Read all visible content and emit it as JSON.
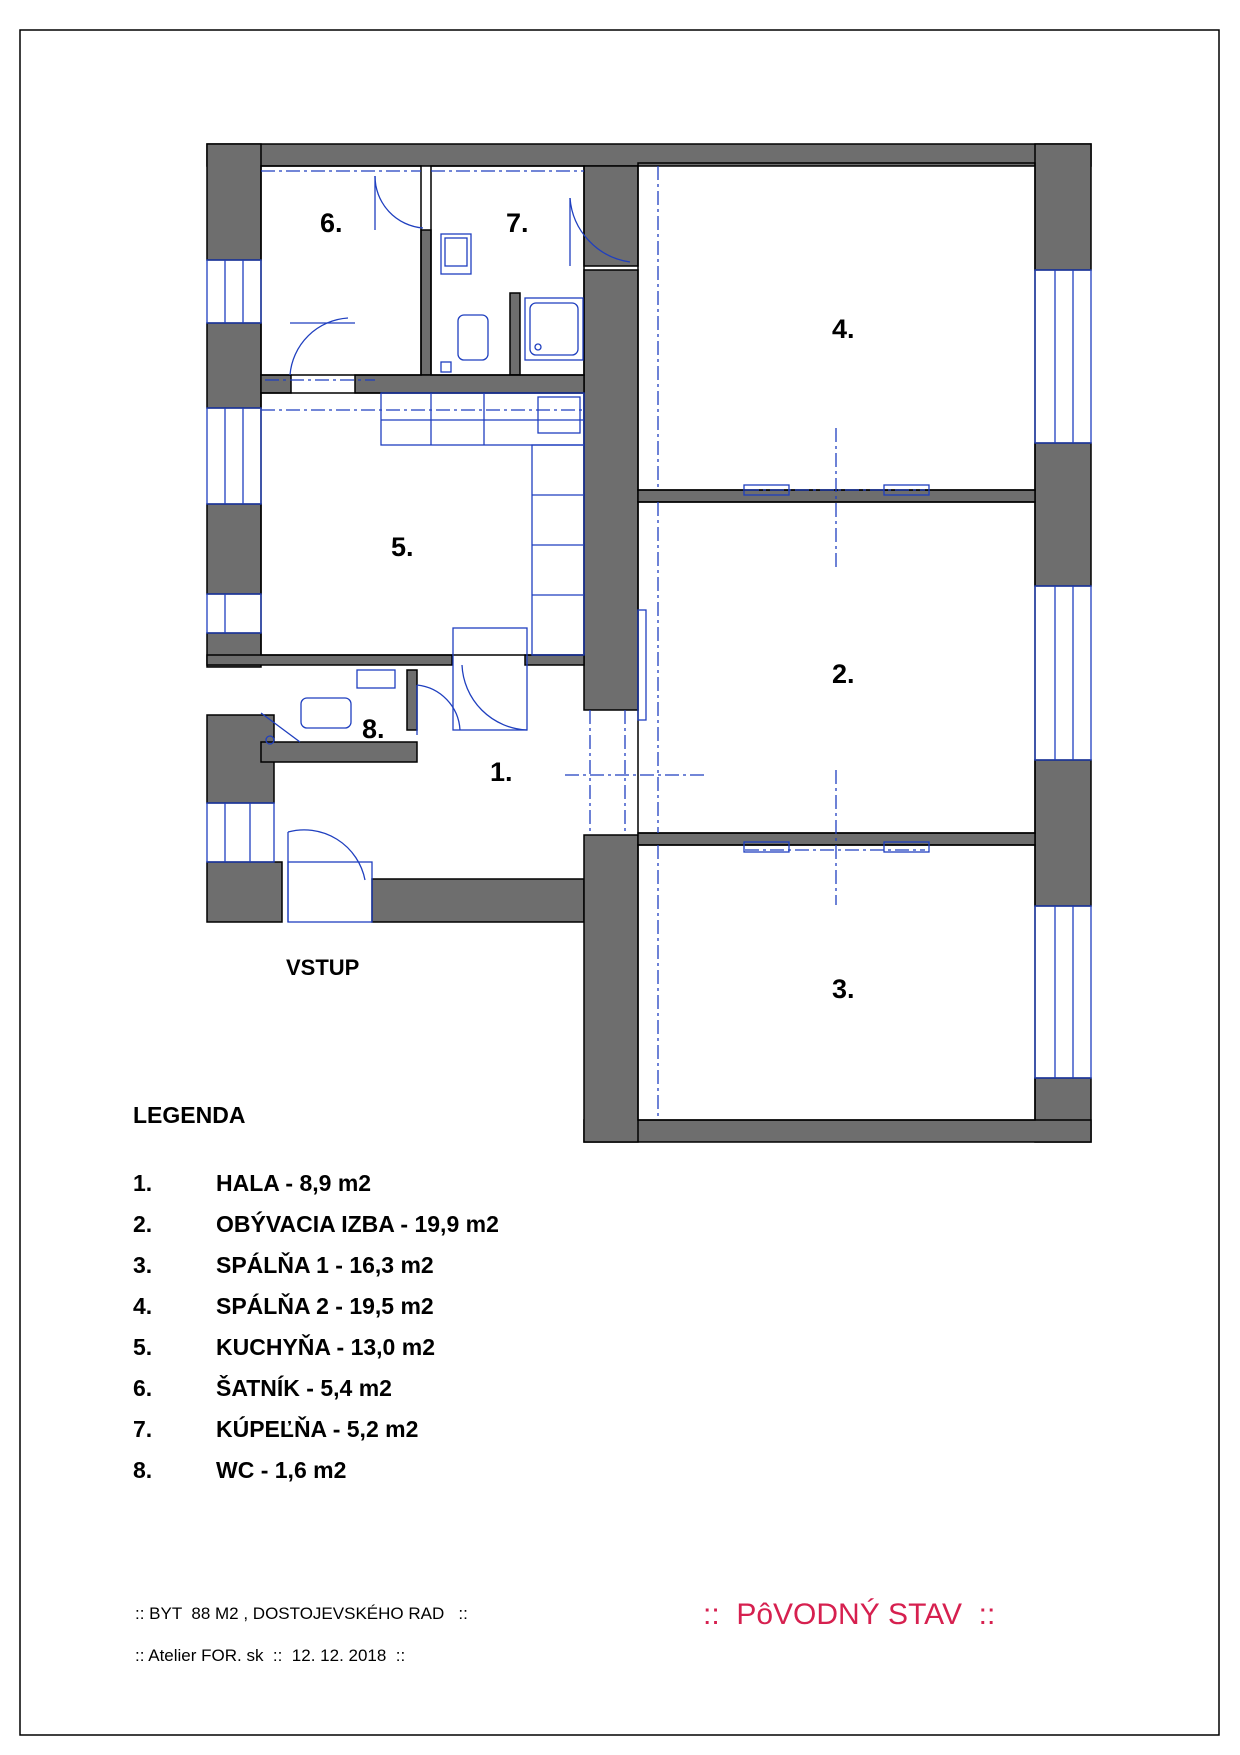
{
  "plan": {
    "room_labels": {
      "r1": "1.",
      "r2": "2.",
      "r3": "3.",
      "r4": "4.",
      "r5": "5.",
      "r6": "6.",
      "r7": "7.",
      "r8": "8."
    },
    "entrance_label": "VSTUP",
    "colors": {
      "wall": "#6e6e6e",
      "wall_outline": "#000000",
      "fixtures": "#1f3fbf",
      "background": "#ffffff"
    }
  },
  "legend": {
    "title": "LEGENDA",
    "items": [
      {
        "num": "1.",
        "text": "HALA  - 8,9 m2"
      },
      {
        "num": "2.",
        "text": "OBÝVACIA IZBA  - 19,9 m2"
      },
      {
        "num": "3.",
        "text": "SPÁLŇA  1 - 16,3 m2"
      },
      {
        "num": "4.",
        "text": "SPÁLŇA  2 - 19,5 m2"
      },
      {
        "num": "5.",
        "text": "KUCHYŇA - 13,0 m2"
      },
      {
        "num": "6.",
        "text": "ŠATNÍK  - 5,4 m2"
      },
      {
        "num": "7.",
        "text": "KÚPEĽŇA  - 5,2 m2"
      },
      {
        "num": "8.",
        "text": "WC - 1,6 m2"
      }
    ]
  },
  "footer": {
    "line1": ":: BYT  88 M2 , DOSTOJEVSKÉHO RAD   ::",
    "line2": ":: Atelier FOR. sk  ::  12. 12. 2018  ::",
    "status": "::  PôVODNÝ STAV  ::",
    "status_color": "#d6204f"
  }
}
